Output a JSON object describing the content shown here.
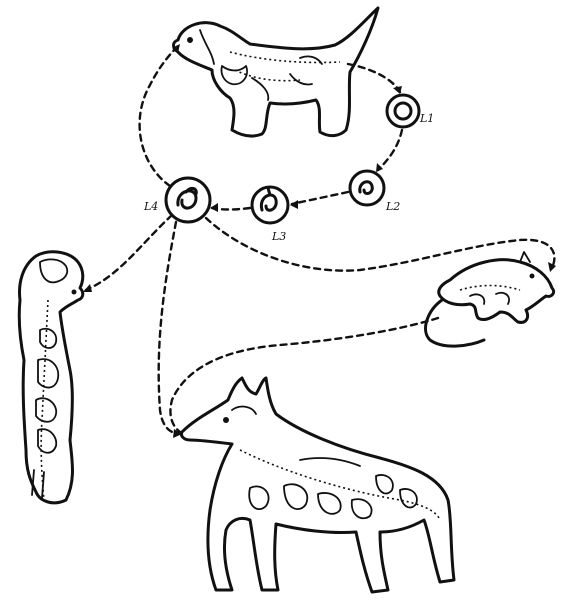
{
  "colors": {
    "ink": "#111111",
    "background": "#ffffff"
  },
  "stages": [
    {
      "id": "L1",
      "label": "L1"
    },
    {
      "id": "L2",
      "label": "L2"
    },
    {
      "id": "L3",
      "label": "L3"
    },
    {
      "id": "L4",
      "label": "L4"
    }
  ],
  "hosts": [
    {
      "id": "puppy",
      "icon": "dog-puppy-icon"
    },
    {
      "id": "human",
      "icon": "human-figure-icon"
    },
    {
      "id": "rodent",
      "icon": "rat-icon"
    },
    {
      "id": "adult_dog",
      "icon": "adult-dog-icon"
    }
  ]
}
